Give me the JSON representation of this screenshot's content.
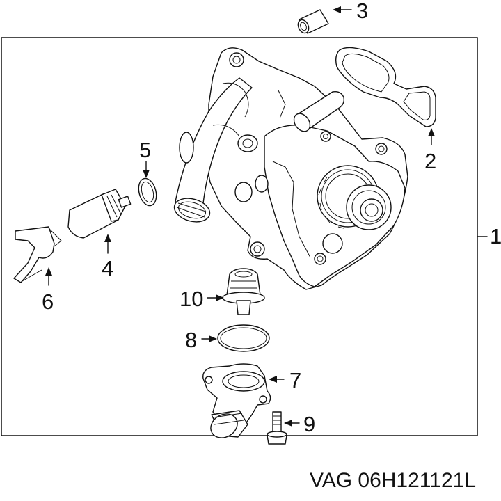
{
  "callouts": {
    "c1": "1",
    "c2": "2",
    "c3": "3",
    "c4": "4",
    "c5": "5",
    "c6": "6",
    "c7": "7",
    "c8": "8",
    "c9": "9",
    "c10": "10"
  },
  "footer": {
    "part_reference": "VAG 06H121121L"
  }
}
